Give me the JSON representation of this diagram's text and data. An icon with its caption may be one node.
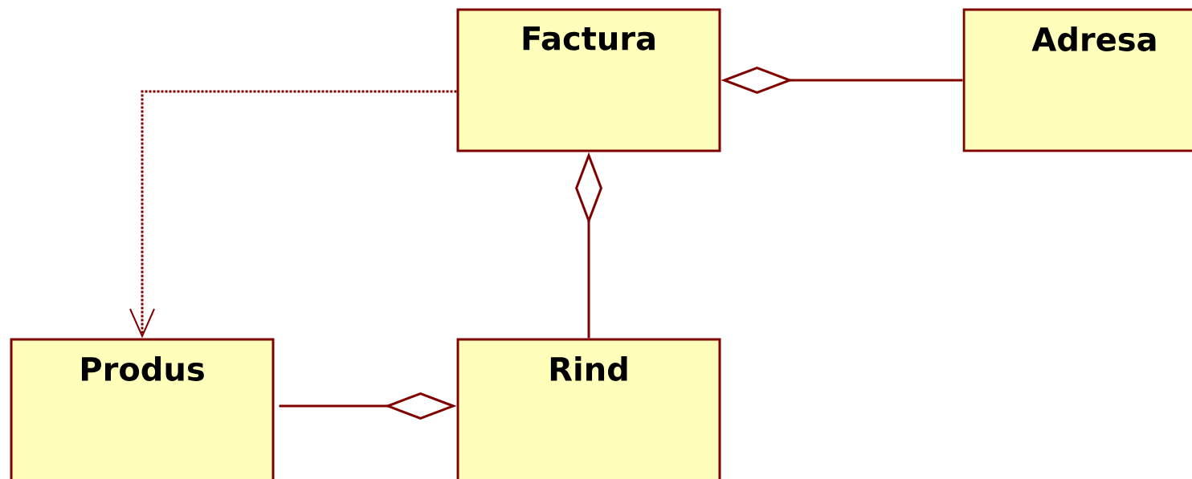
{
  "diagram": {
    "nodes": [
      {
        "text": [
          "Factura"
        ]
      },
      {
        "text": [
          "Adresa"
        ]
      },
      {
        "text": [
          "Produs"
        ]
      },
      {
        "text": [
          "Rind"
        ]
      }
    ],
    "edges": [
      {
        "from": 0,
        "to": 2,
        "arrow": "to",
        "style": "dashed"
      },
      {
        "from": 1,
        "to": 0,
        "arrow": "other"
      },
      {
        "from": 3,
        "to": 0,
        "arrow": "other"
      },
      {
        "from": 2,
        "to": 3,
        "arrow": "other"
      }
    ]
  }
}
